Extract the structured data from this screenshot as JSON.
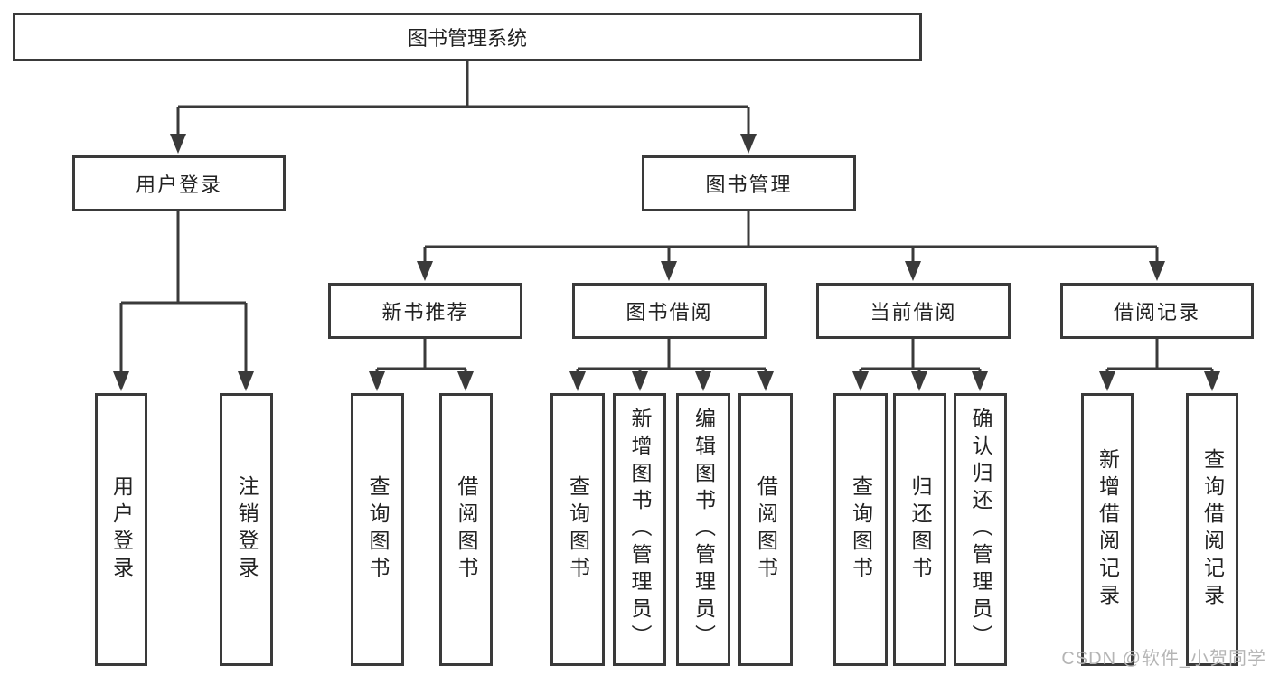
{
  "diagram": {
    "title_node": "图书管理系统",
    "level2": {
      "user_login": "用户登录",
      "book_management": "图书管理"
    },
    "level3": {
      "new_book_recommend": "新书推荐",
      "book_borrow": "图书借阅",
      "current_borrow": "当前借阅",
      "borrow_records": "借阅记录"
    },
    "leaves": {
      "user_login": [
        "用户登录",
        "注销登录"
      ],
      "new_book_recommend": [
        "查询图书",
        "借阅图书"
      ],
      "book_borrow": [
        "查询图书",
        "新增图书（管理员）",
        "编辑图书（管理员）",
        "借阅图书"
      ],
      "current_borrow": [
        "查询图书",
        "归还图书",
        "确认归还（管理员）"
      ],
      "borrow_records": [
        "新增借阅记录",
        "查询借阅记录"
      ]
    },
    "colors": {
      "line": "#3a3a3a",
      "text": "#222222",
      "box_background": "#ffffff",
      "watermark": "#b5b5b5"
    }
  },
  "watermark": {
    "text": "CSDN @软件_小贺同学"
  }
}
